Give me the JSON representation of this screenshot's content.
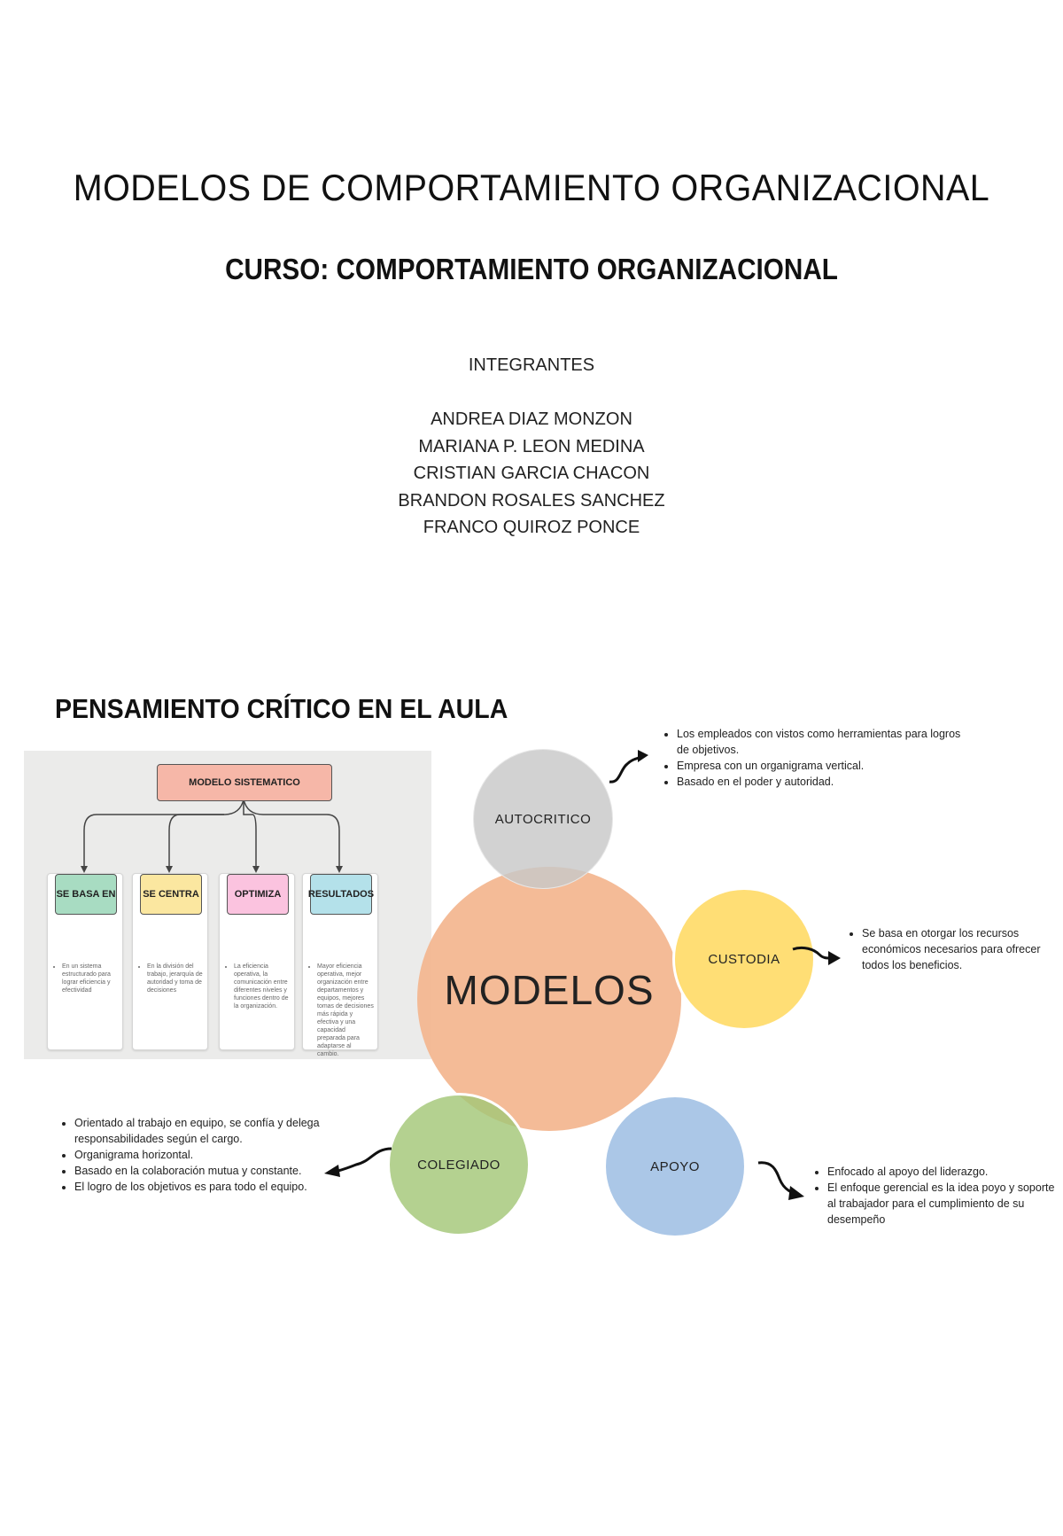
{
  "document": {
    "title": "MODELOS DE COMPORTAMIENTO ORGANIZACIONAL",
    "course": "CURSO: COMPORTAMIENTO ORGANIZACIONAL",
    "members_heading": "INTEGRANTES",
    "members": [
      "ANDREA DIAZ MONZON",
      "MARIANA P. LEON MEDINA",
      "CRISTIAN GARCIA CHACON",
      "BRANDON ROSALES SANCHEZ",
      "FRANCO QUIROZ PONCE"
    ],
    "section_title": "PENSAMIENTO CRÍTICO EN EL AULA"
  },
  "sistematico": {
    "root": "MODELO SISTEMATICO",
    "columns": [
      {
        "label": "SE BASA EN",
        "color": "#a8dcc2",
        "notes": [
          "En un sistema estructurado para lograr eficiencia y efectividad"
        ]
      },
      {
        "label": "SE CENTRA",
        "color": "#fbe7a0",
        "notes": [
          "En la división del trabajo, jerarquía de autoridad y toma de decisiones"
        ]
      },
      {
        "label": "OPTIMIZA",
        "color": "#fbc3df",
        "notes": [
          "La eficiencia operativa, la comunicación entre diferentes niveles y funciones dentro de la organización."
        ]
      },
      {
        "label": "RESULTADOS",
        "color": "#b4e1ea",
        "notes": [
          "Mayor eficiencia operativa, mejor organización entre departamentos y equipos, mejores tomas de decisiones más rápida y efectiva y una capacidad preparada para adaptarse al cambio."
        ]
      }
    ]
  },
  "modelos": {
    "center": "MODELOS",
    "autocritico": {
      "label": "AUTOCRITICO",
      "notes": [
        "Los empleados con vistos como herramientas para logros de objetivos.",
        "Empresa con un organigrama vertical.",
        "Basado en el poder y autoridad."
      ]
    },
    "custodia": {
      "label": "CUSTODIA",
      "notes": [
        "Se basa en otorgar los recursos económicos necesarios para ofrecer todos los beneficios."
      ]
    },
    "colegiado": {
      "label": "COLEGIADO",
      "notes": [
        "Orientado al trabajo en equipo, se confía y delega responsabilidades según el cargo.",
        "Organigrama horizontal.",
        "Basado en la colaboración mutua y constante.",
        "El logro de los objetivos es para todo el equipo."
      ]
    },
    "apoyo": {
      "label": "APOYO",
      "notes": [
        "Enfocado al apoyo del liderazgo.",
        "El enfoque gerencial es la idea poyo y soporte al trabajador para el cumplimiento de su desempeño"
      ]
    }
  }
}
